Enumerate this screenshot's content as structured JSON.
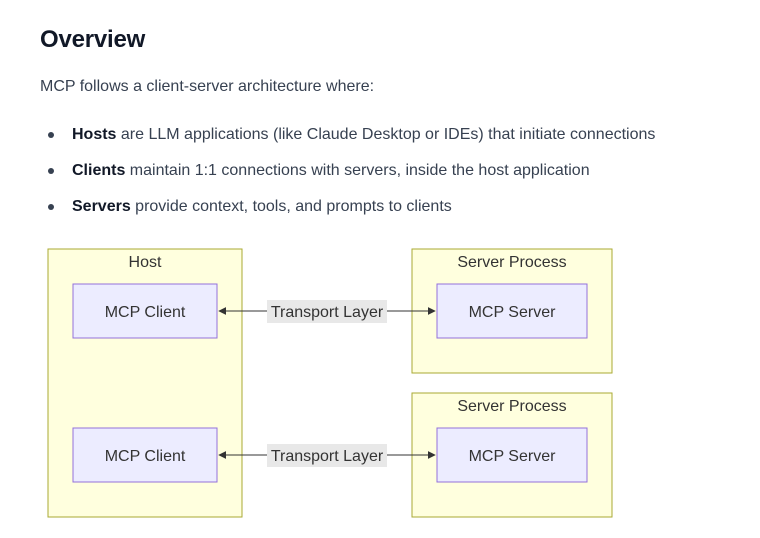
{
  "page": {
    "title": "Overview",
    "intro": "MCP follows a client-server architecture where:",
    "bullets": [
      {
        "term": "Hosts",
        "text": " are LLM applications (like Claude Desktop or IDEs) that initiate connections"
      },
      {
        "term": "Clients",
        "text": " maintain 1:1 connections with servers, inside the host application"
      },
      {
        "term": "Servers",
        "text": " provide context, tools, and prompts to clients"
      }
    ]
  },
  "diagram": {
    "host": {
      "label": "Host",
      "clients": [
        "MCP Client",
        "MCP Client"
      ]
    },
    "server_processes": [
      {
        "label": "Server Process",
        "server": "MCP Server"
      },
      {
        "label": "Server Process",
        "server": "MCP Server"
      }
    ],
    "edges": [
      {
        "label": "Transport Layer",
        "from": "MCP Client",
        "to": "MCP Server",
        "bidirectional": true
      },
      {
        "label": "Transport Layer",
        "from": "MCP Client",
        "to": "MCP Server",
        "bidirectional": true
      }
    ],
    "colors": {
      "group_fill": "#ffffde",
      "group_stroke": "#aaaa33",
      "node_fill": "#ececff",
      "node_stroke": "#9370db",
      "edge_label_bg": "#e8e8e8",
      "edge_stroke": "#333333"
    }
  }
}
